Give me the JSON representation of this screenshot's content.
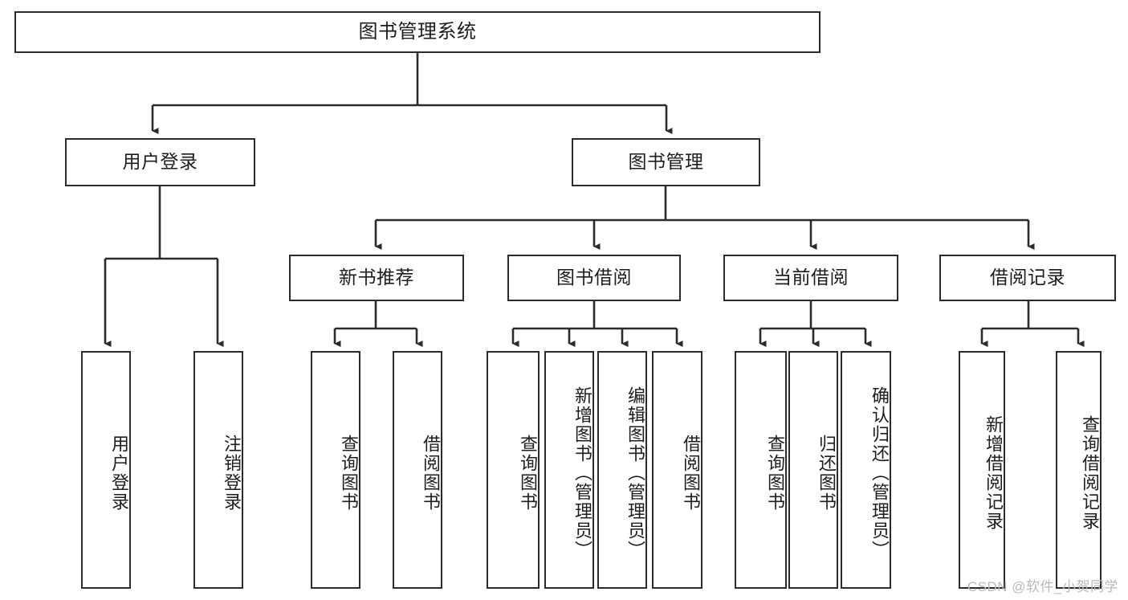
{
  "diagram": {
    "title": "图书管理系统",
    "type": "tree-hierarchy-chart",
    "root": {
      "label": "图书管理系统"
    },
    "level2": [
      {
        "label": "用户登录"
      },
      {
        "label": "图书管理"
      }
    ],
    "level3": [
      {
        "label": "新书推荐"
      },
      {
        "label": "图书借阅"
      },
      {
        "label": "当前借阅"
      },
      {
        "label": "借阅记录"
      }
    ],
    "leaves": {
      "user_login": [
        {
          "label": "用户登录"
        },
        {
          "label": "注销登录"
        }
      ],
      "new_book_recommend": [
        {
          "label": "查询图书"
        },
        {
          "label": "借阅图书"
        }
      ],
      "book_borrow": [
        {
          "label": "查询图书"
        },
        {
          "label": "新增图书（管理员）"
        },
        {
          "label": "编辑图书（管理员）"
        },
        {
          "label": "借阅图书"
        }
      ],
      "current_borrow": [
        {
          "label": "查询图书"
        },
        {
          "label": "归还图书"
        },
        {
          "label": "确认归还（管理员）"
        }
      ],
      "borrow_record": [
        {
          "label": "新增借阅记录"
        },
        {
          "label": "查询借阅记录"
        }
      ]
    }
  },
  "watermark": {
    "text": "CSDN @软件_小贺同学"
  },
  "colors": {
    "stroke": "#2b2b2b",
    "background": "#ffffff",
    "text": "#1d1d1d",
    "watermark": "#b9b9b9"
  }
}
